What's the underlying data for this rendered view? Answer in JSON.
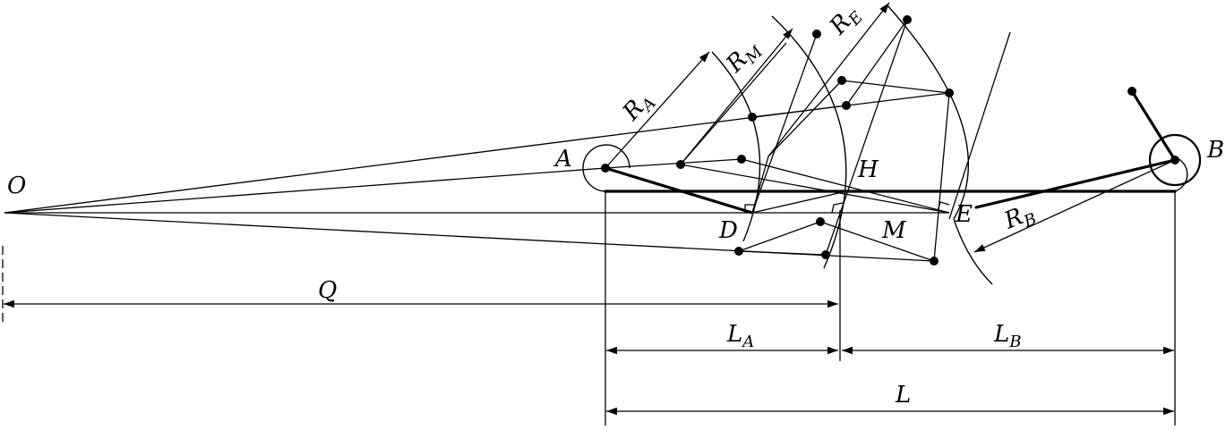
{
  "labels": {
    "O": "O",
    "A": "A",
    "B": "B",
    "D": "D",
    "E": "E",
    "H": "H",
    "M": "M",
    "RA": {
      "main": "R",
      "sub": "A"
    },
    "RM": {
      "main": "R",
      "sub": "M"
    },
    "RE": {
      "main": "R",
      "sub": "E"
    },
    "RB": {
      "main": "R",
      "sub": "B"
    },
    "Q": "Q",
    "LA": {
      "main": "L",
      "sub": "A"
    },
    "LB": {
      "main": "L",
      "sub": "B"
    },
    "L": "L"
  }
}
